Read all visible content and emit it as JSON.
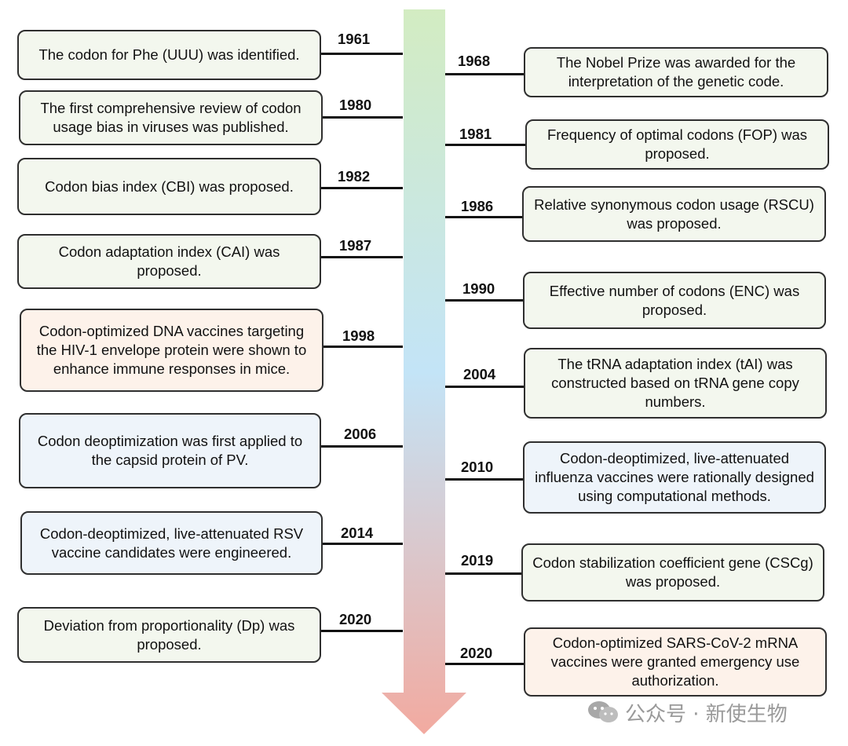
{
  "timeline": {
    "left": [
      {
        "year": "1961",
        "text": "The codon for Phe (UUU) was identified.",
        "color": "green"
      },
      {
        "year": "1980",
        "text": "The first comprehensive review of codon usage bias in viruses was published.",
        "color": "green"
      },
      {
        "year": "1982",
        "text": "Codon bias index (CBI) was proposed.",
        "color": "green"
      },
      {
        "year": "1987",
        "text": "Codon adaptation index (CAI) was proposed.",
        "color": "green"
      },
      {
        "year": "1998",
        "text": "Codon-optimized DNA vaccines targeting the HIV-1 envelope protein were shown to enhance immune responses in mice.",
        "color": "orange"
      },
      {
        "year": "2006",
        "text": "Codon deoptimization was first applied to the capsid protein of PV.",
        "color": "blue"
      },
      {
        "year": "2014",
        "text": "Codon-deoptimized, live-attenuated RSV vaccine candidates were engineered.",
        "color": "blue"
      },
      {
        "year": "2020",
        "text": "Deviation from proportionality (Dp) was proposed.",
        "color": "green"
      }
    ],
    "right": [
      {
        "year": "1968",
        "text": "The Nobel Prize was awarded for the interpretation of the genetic code.",
        "color": "green"
      },
      {
        "year": "1981",
        "text": "Frequency of optimal codons (FOP) was proposed.",
        "color": "green"
      },
      {
        "year": "1986",
        "text": "Relative synonymous codon usage (RSCU) was proposed.",
        "color": "green"
      },
      {
        "year": "1990",
        "text": "Effective number of codons (ENC) was proposed.",
        "color": "green"
      },
      {
        "year": "2004",
        "text": "The tRNA adaptation index (tAI) was constructed based on tRNA gene copy numbers.",
        "color": "green"
      },
      {
        "year": "2010",
        "text": "Codon-deoptimized, live-attenuated influenza vaccines were rationally designed using computational methods.",
        "color": "blue"
      },
      {
        "year": "2019",
        "text": "Codon stabilization coefficient gene (CSCg) was proposed.",
        "color": "green"
      },
      {
        "year": "2020",
        "text": "Codon-optimized SARS-CoV-2 mRNA vaccines were granted emergency use authorization.",
        "color": "orange"
      }
    ]
  },
  "watermark": {
    "text": "公众号 · 新使生物",
    "icon": "wechat-icon"
  },
  "colors": {
    "arrow_top": "#d3ecc2",
    "arrow_mid": "#c3e4f7",
    "arrow_bottom": "#f2aaa0",
    "green_fill": "#f3f7ee",
    "orange_fill": "#fdf2ea",
    "blue_fill": "#eef4fa"
  }
}
